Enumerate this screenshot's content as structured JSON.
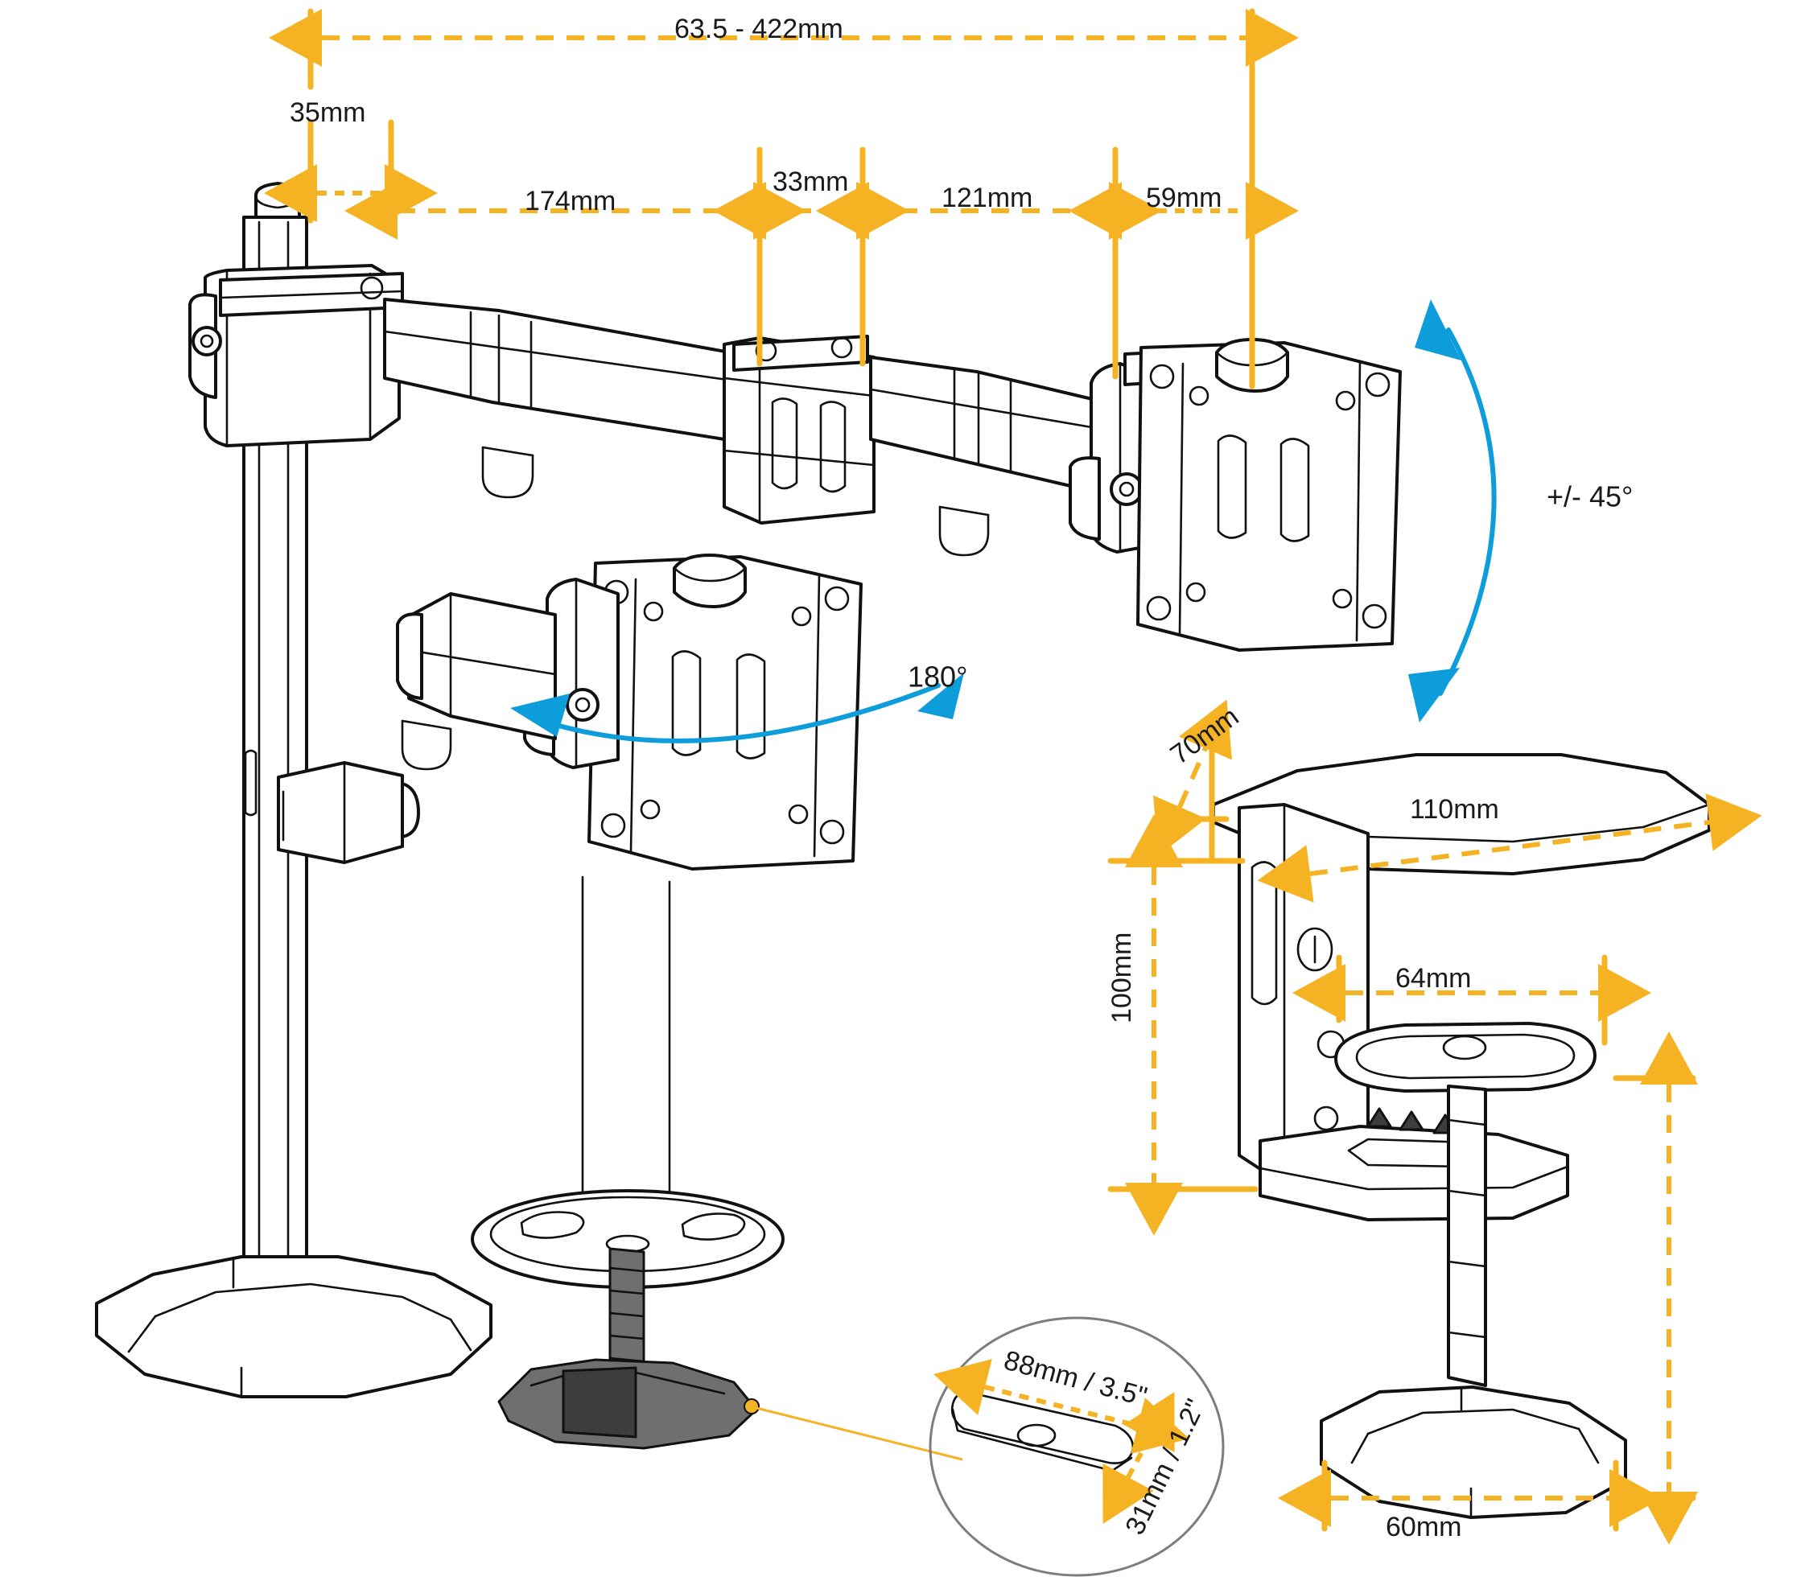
{
  "diagram": {
    "title": "Dual monitor desk mount dimension drawing",
    "colors": {
      "dimension": "#f5b323",
      "angle_arc": "#0d9ddb",
      "outline": "#111111",
      "callout_circle": "#7d7d7d"
    },
    "dimensions": {
      "reach_total": "63.5 - 422mm",
      "post_offset": "35mm",
      "arm_segment_1": "174mm",
      "joint_gap": "33mm",
      "arm_segment_2": "121mm",
      "vesa_offset": "59mm",
      "clamp_depth": "70mm",
      "clamp_top_width": "110mm",
      "clamp_height": "100mm",
      "clamp_jaw_width": "64mm",
      "base_width": "60mm",
      "grommet_length": "88mm / 3.5\"",
      "grommet_width": "31mm / 1.2\""
    },
    "angles": {
      "tilt": "+/- 45°",
      "swivel": "180°"
    },
    "icons": {
      "dimension_arrow": "dimension-arrow-icon",
      "rotation_arc": "rotation-arc-icon",
      "callout_detail": "callout-detail-icon"
    }
  }
}
